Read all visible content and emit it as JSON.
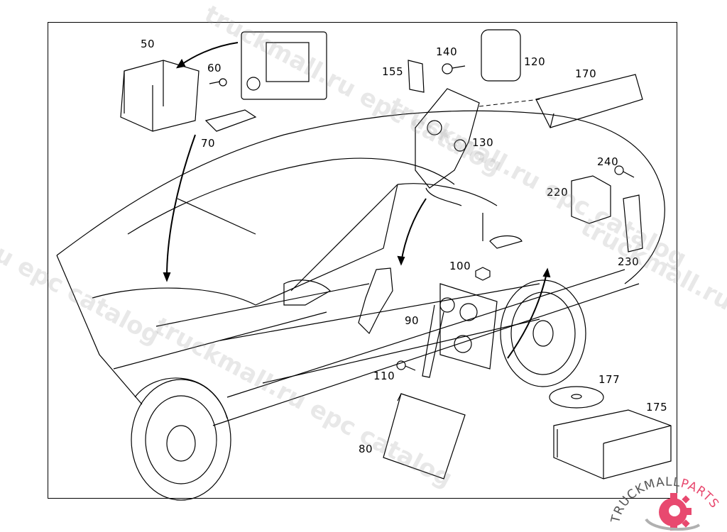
{
  "diagram": {
    "title": "Parts diagram - vehicle electronics / telematics components",
    "part_labels": [
      {
        "id": "p50",
        "text": "50"
      },
      {
        "id": "p60",
        "text": "60"
      },
      {
        "id": "p70",
        "text": "70"
      },
      {
        "id": "p80",
        "text": "80"
      },
      {
        "id": "p90",
        "text": "90"
      },
      {
        "id": "p100",
        "text": "100"
      },
      {
        "id": "p110",
        "text": "110"
      },
      {
        "id": "p120",
        "text": "120"
      },
      {
        "id": "p130",
        "text": "130"
      },
      {
        "id": "p140",
        "text": "140"
      },
      {
        "id": "p155",
        "text": "155"
      },
      {
        "id": "p170",
        "text": "170"
      },
      {
        "id": "p175",
        "text": "175"
      },
      {
        "id": "p177",
        "text": "177"
      },
      {
        "id": "p220",
        "text": "220"
      },
      {
        "id": "p230",
        "text": "230"
      },
      {
        "id": "p240",
        "text": "240"
      }
    ],
    "components": [
      {
        "name": "control-unit",
        "label": "50"
      },
      {
        "name": "screw",
        "label": "60"
      },
      {
        "name": "remote-key",
        "label": "70"
      },
      {
        "name": "radio-module",
        "label": "80"
      },
      {
        "name": "bracket",
        "label": "90"
      },
      {
        "name": "nut",
        "label": "100"
      },
      {
        "name": "screw",
        "label": "110"
      },
      {
        "name": "speaker",
        "label": "120"
      },
      {
        "name": "handset-cradle",
        "label": "130"
      },
      {
        "name": "bolt",
        "label": "140"
      },
      {
        "name": "clip",
        "label": "155"
      },
      {
        "name": "telephone-control-unit",
        "label": "170"
      },
      {
        "name": "navigation-unit",
        "label": "175"
      },
      {
        "name": "navigation-cd",
        "label": "177"
      },
      {
        "name": "relay",
        "label": "220"
      },
      {
        "name": "relay-holder",
        "label": "230"
      },
      {
        "name": "screw",
        "label": "240"
      }
    ]
  },
  "watermarks": [
    {
      "id": "w1",
      "text": "truckmall.ru epc catalog"
    },
    {
      "id": "w2",
      "text": "ru epc catalog"
    },
    {
      "id": "w3",
      "text": "truckmall.ru epc catalog"
    },
    {
      "id": "w4",
      "text": "truckmall.ru epc catalog"
    },
    {
      "id": "w5",
      "text": "truckmall.ru e"
    }
  ],
  "logo": {
    "text_black": "TRUCKMALL",
    "text_pink": "PARTS",
    "brand_color": "#e8496f",
    "gray": "#b0b0b0"
  }
}
